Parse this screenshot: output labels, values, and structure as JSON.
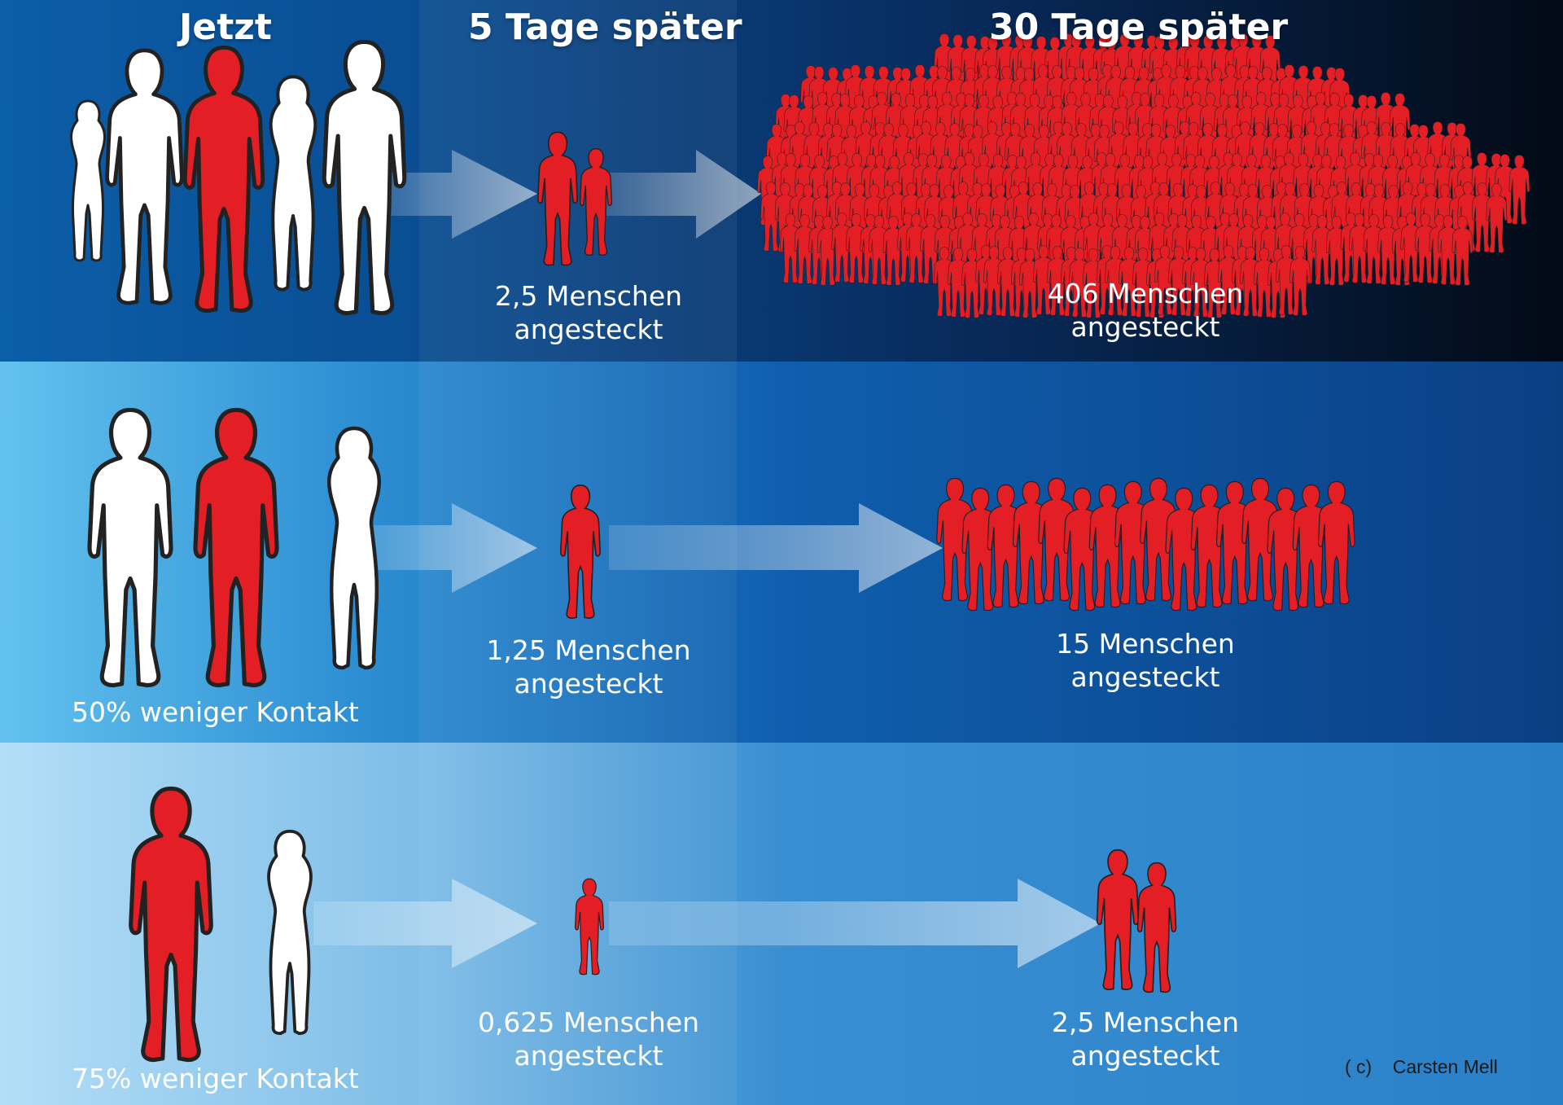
{
  "headers": {
    "now": "Jetzt",
    "day5": "5 Tage später",
    "day30": "30 Tage später"
  },
  "rows": [
    {
      "contact_label": "",
      "day5": {
        "count": "2,5 Menschen",
        "suffix": "angesteckt"
      },
      "day30": {
        "count": "406 Menschen",
        "suffix": "angesteckt"
      }
    },
    {
      "contact_label": "50% weniger Kontakt",
      "day5": {
        "count": "1,25 Menschen",
        "suffix": "angesteckt"
      },
      "day30": {
        "count": "15 Menschen",
        "suffix": "angesteckt"
      }
    },
    {
      "contact_label": "75% weniger Kontakt",
      "day5": {
        "count": "0,625 Menschen",
        "suffix": "angesteckt"
      },
      "day30": {
        "count": "2,5 Menschen",
        "suffix": "angesteckt"
      }
    }
  ],
  "copyright": {
    "symbol": "( c)",
    "author": "Carsten Mell"
  },
  "colors": {
    "infected": "#e31e24",
    "healthy": "#ffffff",
    "outline": "#222222",
    "arrow": "#c9ddf0"
  }
}
